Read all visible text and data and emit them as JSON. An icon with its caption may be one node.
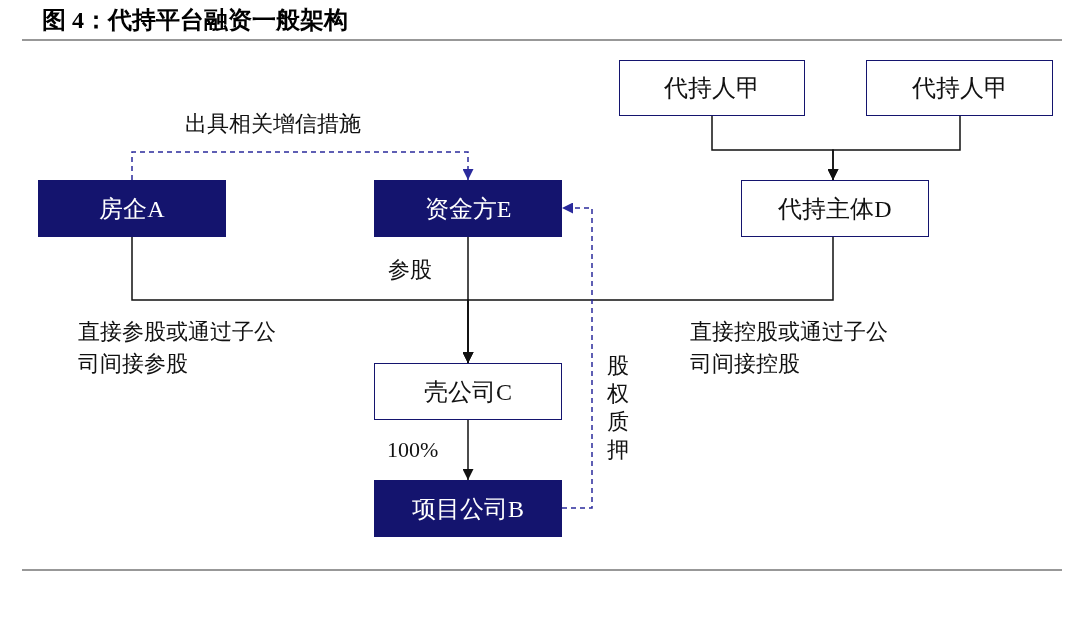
{
  "diagram": {
    "title": "图 4：代持平台融资一般架构",
    "nodes": [
      {
        "text": [
          "代持人甲"
        ]
      },
      {
        "text": [
          "代持人甲"
        ]
      },
      {
        "text": [
          "房企A"
        ]
      },
      {
        "text": [
          "资金方E"
        ]
      },
      {
        "text": [
          "代持主体D"
        ]
      },
      {
        "text": [
          "壳公司C"
        ]
      },
      {
        "text": [
          "项目公司B"
        ]
      }
    ],
    "edges": [
      {
        "from": 0,
        "to": 4,
        "arrow": "to"
      },
      {
        "from": 1,
        "to": 4,
        "arrow": "to"
      },
      {
        "from": 2,
        "to": 3,
        "arrow": "to",
        "label": "出具相关增信措施",
        "style": "dashed",
        "color": "#2a2a9c"
      },
      {
        "from": 2,
        "to": 5,
        "arrow": "to",
        "label": "直接参股或通过子公司间接参股"
      },
      {
        "from": 3,
        "to": 5,
        "arrow": "to",
        "label": "参股"
      },
      {
        "from": 4,
        "to": 5,
        "arrow": "to",
        "label": "直接控股或通过子公司间接控股"
      },
      {
        "from": 5,
        "to": 6,
        "arrow": "to",
        "label": "100%"
      },
      {
        "from": 6,
        "to": 3,
        "arrow": "to",
        "label": "股权质押",
        "style": "dashed",
        "color": "#2a2a9c"
      }
    ]
  }
}
